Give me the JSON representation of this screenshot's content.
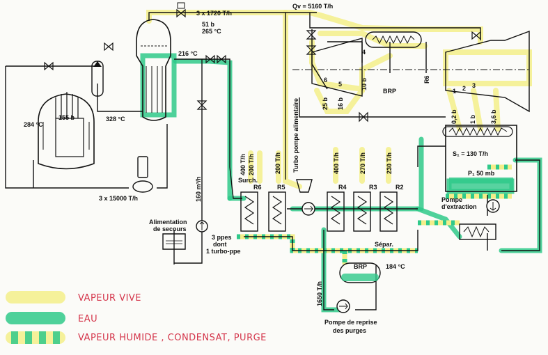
{
  "flows": {
    "top_steam": "3 x 1720 T/h",
    "qv": "Qv = 5160 T/h",
    "steam_pressure": "51 b",
    "steam_temp": "265 °C",
    "sg_inlet_temp": "216 °C",
    "primary_hot_temp": "328 °C",
    "reactor_temp": "284 °C",
    "reactor_pressure": "155 b",
    "primary_flow": "3 x 15000 T/h",
    "aux_flow": "160 m³/h",
    "drain_flow": "1650 T/h",
    "brp_temp": "184 °C",
    "condensate_flow": "S₁ = 130 T/h",
    "condenser_pressure": "P₁ 50 mb"
  },
  "turbine": {
    "hp_stages": [
      "6",
      "5",
      "4"
    ],
    "hp_pressures": [
      "25 b",
      "16 b",
      "10 b"
    ],
    "lp_stages": [
      "1",
      "2",
      "3"
    ],
    "lp_pressures": [
      "0,2 b",
      "1 b",
      "3,6 b"
    ],
    "brp": "BRP",
    "r6": "R6"
  },
  "heaters": {
    "r6_flow_a": "400 T/h",
    "r6_flow_b": "200 T/h",
    "r5_flow": "200 T/h",
    "r4_flow": "400 T/h",
    "r3_flow": "270 T/h",
    "r2_flow": "230 T/h",
    "surch": "Surch.",
    "r6": "R6",
    "r5": "R5",
    "r4": "R4",
    "r3": "R3",
    "r2": "R2",
    "separ": "Sépar."
  },
  "equipment": {
    "turbo_pump": "Turbo pompe alimentaire",
    "emergency_line1": "Alimentation",
    "emergency_line2": "de secours",
    "pumps_line1": "3 ppes",
    "pumps_line2": "dont",
    "pumps_line3": "1 turbo-ppe",
    "extraction_line1": "Pompe",
    "extraction_line2": "d'extraction",
    "drain_pump_line1": "Pompe de reprise",
    "drain_pump_line2": "des purges",
    "brp": "BRP"
  },
  "legend": {
    "steam": "VAPEUR VIVE",
    "water": "EAU",
    "wet": "VAPEUR HUMIDE , CONDENSAT, PURGE",
    "colors": {
      "steam": "#f3ee8a",
      "water": "#2fc98a",
      "hand": "#d4344a"
    }
  }
}
